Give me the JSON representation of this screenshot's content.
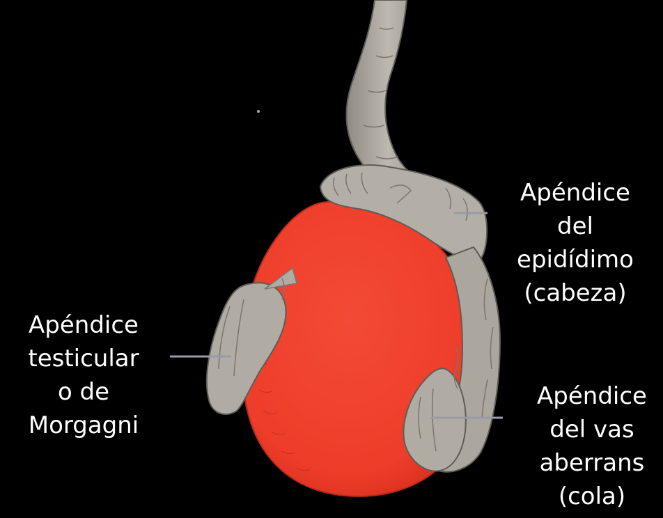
{
  "labels": {
    "appendix_testis": {
      "lines": [
        "Apéndice",
        "testicular",
        "o de",
        "Morgagni"
      ]
    },
    "appendix_epididymis": {
      "lines": [
        "Apéndice",
        "del",
        "epidídimo",
        "(cabeza)"
      ]
    },
    "appendix_vas_aberrans": {
      "lines": [
        "Apéndice",
        "del vas",
        "aberrans",
        "(cola)"
      ]
    }
  },
  "colors": {
    "background": "#000000",
    "testis": "#f0412e",
    "epididymis": "#b0aca4",
    "epididymis_shadow": "#6e6a64",
    "leader_line": "#9a9aa8",
    "label_text": "#ffffff"
  }
}
